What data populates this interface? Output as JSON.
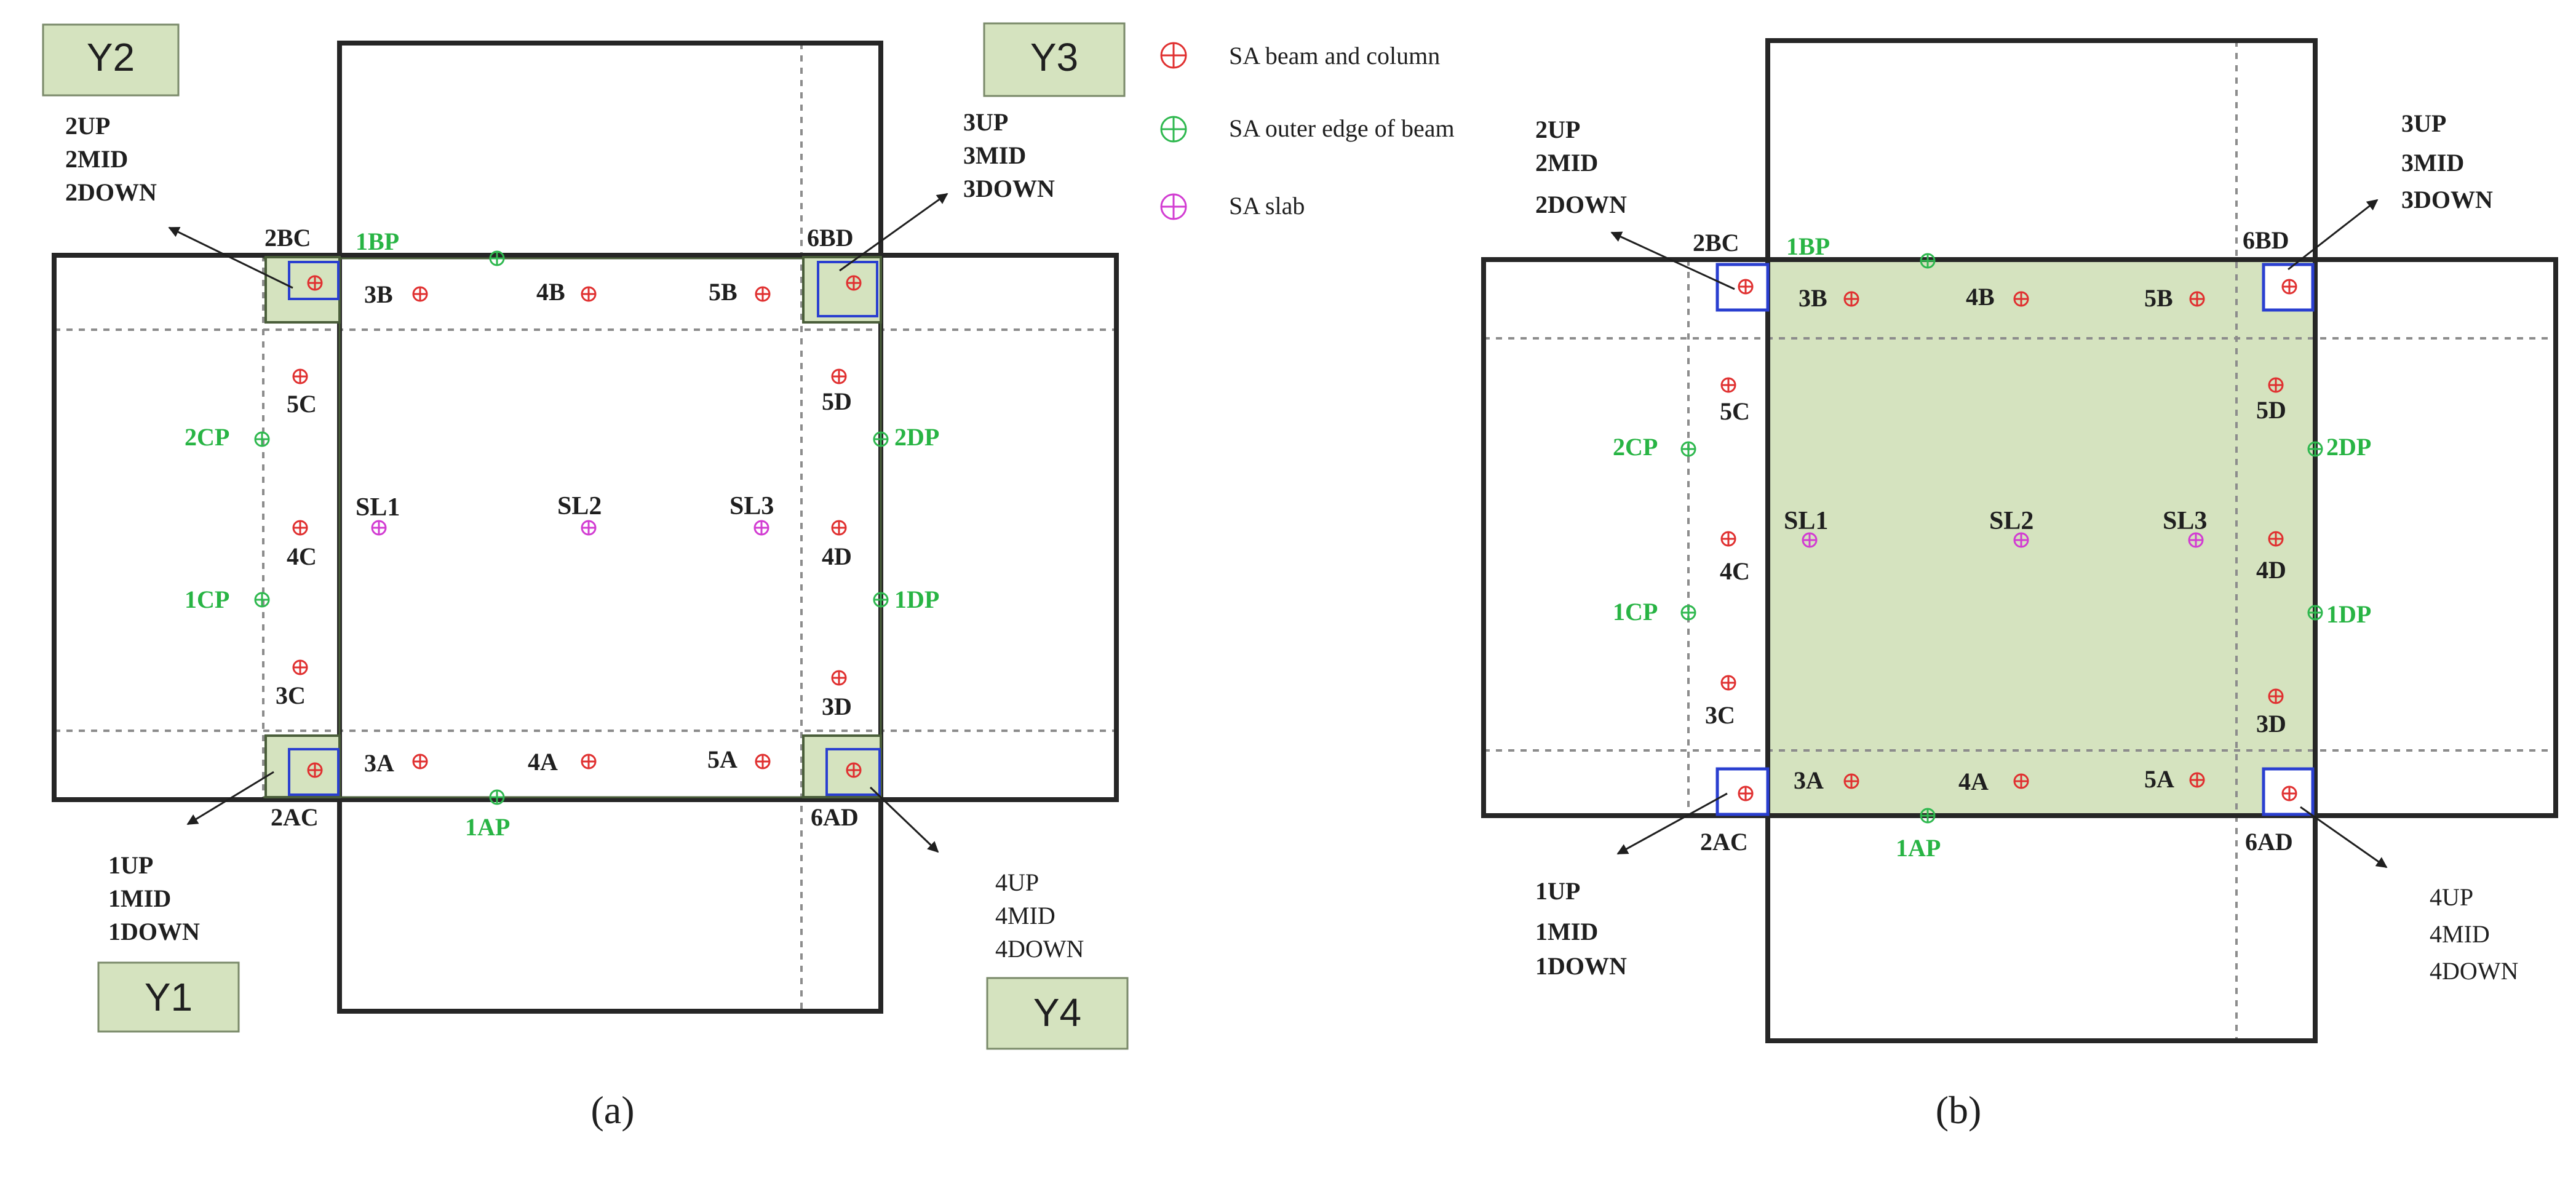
{
  "colors": {
    "red_marker": "#e03030",
    "green_marker": "#2fb84f",
    "magenta_marker": "#d23cd2",
    "green_label": "#28b444",
    "core_fill": "#d5e3bf",
    "core_stroke": "#4a5e3a",
    "blue_stroke": "#2a3fd0",
    "outline": "#262626",
    "grid": "#8c8c8c"
  },
  "legend": [
    {
      "icon": "red-cross-circle-icon",
      "text": "SA beam and column"
    },
    {
      "icon": "green-cross-circle-icon",
      "text": "SA outer edge of beam"
    },
    {
      "icon": "magenta-cross-circle-icon",
      "text": "SA slab"
    }
  ],
  "panel_a": {
    "caption": "(a)",
    "boxes": {
      "y1": "Y1",
      "y2": "Y2",
      "y3": "Y3",
      "y4": "Y4"
    },
    "corner_groups": {
      "tl": [
        "2UP",
        "2MID",
        "2DOWN"
      ],
      "tr": [
        "3UP",
        "3MID",
        "3DOWN"
      ],
      "bl": [
        "1UP",
        "1MID",
        "1DOWN"
      ],
      "br": [
        "4UP",
        "4MID",
        "4DOWN"
      ]
    },
    "corner_codes": {
      "bc": "2BC",
      "bd": "6BD",
      "ac": "2AC",
      "ad": "6AD"
    },
    "points": {
      "p3b": "3B",
      "p4b": "4B",
      "p5b": "5B",
      "p3a": "3A",
      "p4a": "4A",
      "p5a": "5A",
      "p5c": "5C",
      "p4c": "4C",
      "p3c": "3C",
      "p5d": "5D",
      "p4d": "4D",
      "p3d": "3D",
      "sl1": "SL1",
      "sl2": "SL2",
      "sl3": "SL3",
      "bp1": "1BP",
      "ap1": "1AP",
      "cp2": "2CP",
      "cp1": "1CP",
      "dp2": "2DP",
      "dp1": "1DP"
    }
  },
  "panel_b": {
    "caption": "(b)",
    "corner_groups": {
      "tl": [
        "2UP",
        "2MID",
        "2DOWN"
      ],
      "tr": [
        "3UP",
        "3MID",
        "3DOWN"
      ],
      "bl": [
        "1UP",
        "1MID",
        "1DOWN"
      ],
      "br": [
        "4UP",
        "4MID",
        "4DOWN"
      ]
    },
    "corner_codes": {
      "bc": "2BC",
      "bd": "6BD",
      "ac": "2AC",
      "ad": "6AD"
    },
    "points": {
      "p3b": "3B",
      "p4b": "4B",
      "p5b": "5B",
      "p3a": "3A",
      "p4a": "4A",
      "p5a": "5A",
      "p5c": "5C",
      "p4c": "4C",
      "p3c": "3C",
      "p5d": "5D",
      "p4d": "4D",
      "p3d": "3D",
      "sl1": "SL1",
      "sl2": "SL2",
      "sl3": "SL3",
      "bp1": "1BP",
      "ap1": "1AP",
      "cp2": "2CP",
      "cp1": "1CP",
      "dp2": "2DP",
      "dp1": "1DP"
    }
  }
}
